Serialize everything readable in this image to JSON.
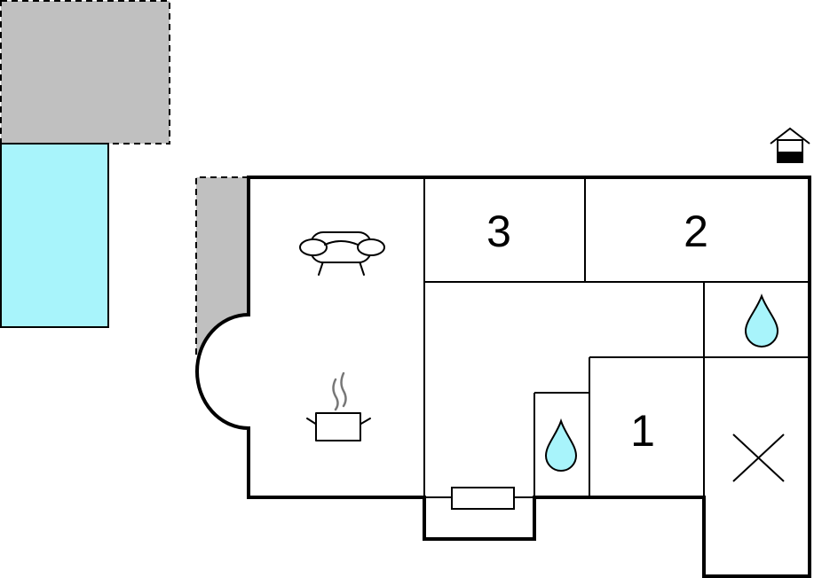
{
  "floorplan": {
    "rooms": [
      {
        "label": "3",
        "type": "bedroom"
      },
      {
        "label": "2",
        "type": "bedroom"
      },
      {
        "label": "1",
        "type": "bedroom"
      }
    ],
    "icons": [
      "house-entrance-icon",
      "sofa-icon",
      "cooking-pot-icon",
      "water-drop-icon",
      "water-drop-icon",
      "cross-icon",
      "radiator-icon"
    ],
    "colors": {
      "terrace": "#c0c0c0",
      "pool": "#a8f4fb",
      "wall": "#000000"
    }
  }
}
